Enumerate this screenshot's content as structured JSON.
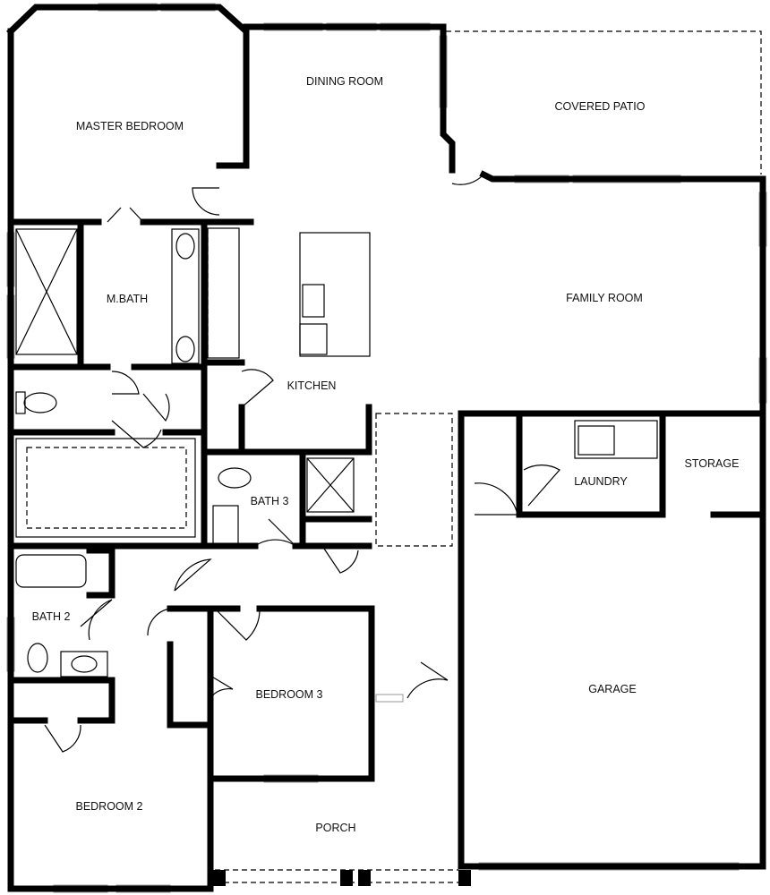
{
  "rooms": {
    "master_bedroom": "MASTER BEDROOM",
    "dining_room": "DINING ROOM",
    "covered_patio": "COVERED PATIO",
    "family_room": "FAMILY ROOM",
    "m_bath": "M.BATH",
    "kitchen": "KITCHEN",
    "laundry": "LAUNDRY",
    "storage": "STORAGE",
    "bath_3": "BATH 3",
    "bath_2": "BATH 2",
    "bedroom_3": "BEDROOM 3",
    "garage": "GARAGE",
    "bedroom_2": "BEDROOM 2",
    "porch": "PORCH"
  }
}
